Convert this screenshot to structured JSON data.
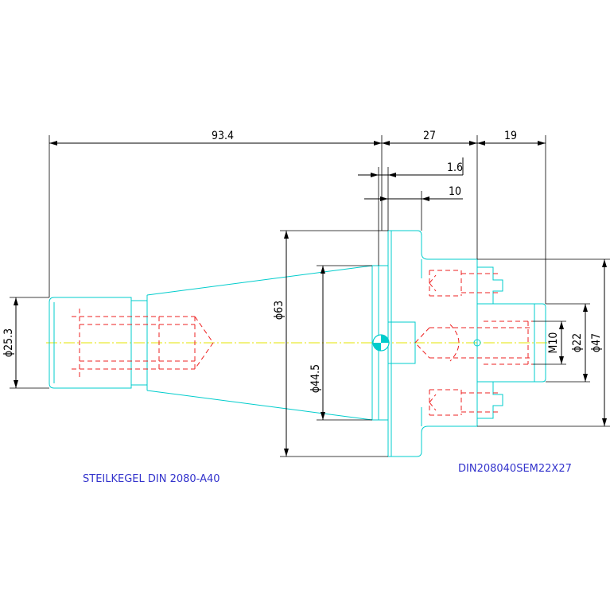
{
  "dimensions": {
    "overall_length": "93.4",
    "flange_width": "27",
    "shank_length": "19",
    "gap_small": "1.6",
    "gap_depth": "10",
    "taper_end_diameter": "ϕ25.3",
    "flange_diameter": "ϕ63",
    "gauge_diameter": "ϕ44.5",
    "thread": "M10",
    "shank_diameter": "ϕ22",
    "collar_diameter": "ϕ47"
  },
  "labels": {
    "taper_title": "STEILKEGEL DIN 2080-A40",
    "part_code": "DIN208040SEM22X27"
  },
  "colors": {
    "outline": "#00cccc",
    "hidden": "#ee2222",
    "centerline": "#e6e600",
    "dimension": "#000000",
    "title": "#3333cc"
  }
}
